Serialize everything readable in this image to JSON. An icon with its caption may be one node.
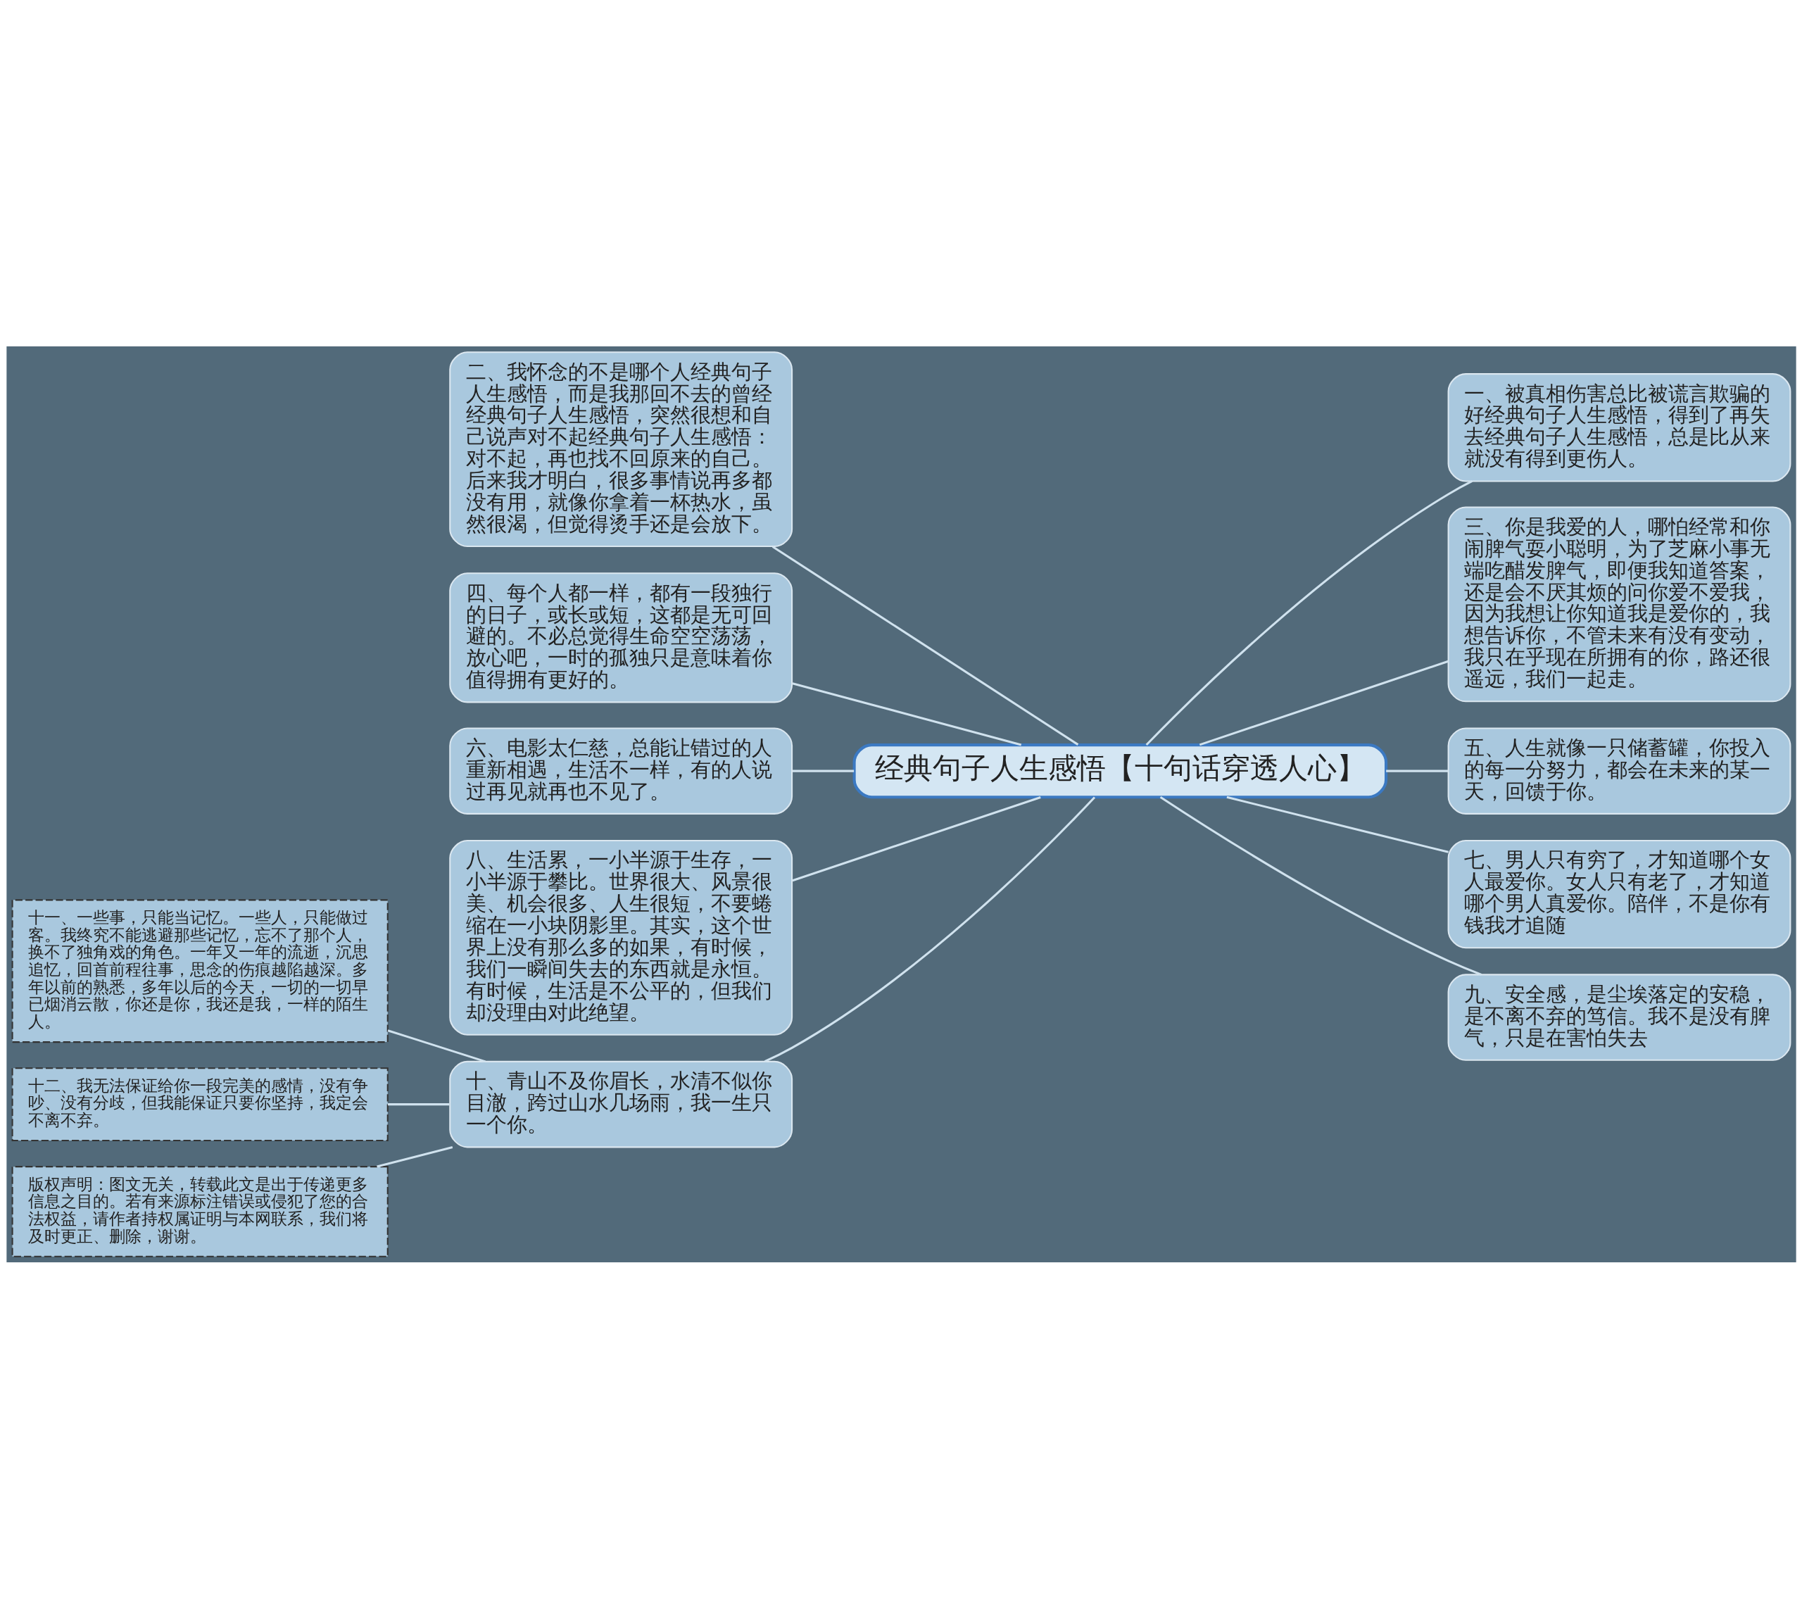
{
  "diagram": {
    "nodes": [
      {
        "text": [
          "经典句子人生感悟【十句话穿透人心】"
        ]
      },
      {
        "text": [
          "二、我怀念的不是哪个人经典句子人生感悟，而是我那回不去的曾经经典句子人生感悟，突然很想和自己说声对不起经典句子人生感悟：对不起，再也找不回原来的自己。后来我才明白，很多事情说再多都没有用，就像你拿着一杯热水，虽然很渴，但觉得烫手还是会放下。"
        ]
      },
      {
        "text": [
          "四、每个人都一样，都有一段独行的日子，或长或短，这都是无可回避的。不必总觉得生命空空荡荡，放心吧，一时的孤独只是意味着你值得拥有更好的。"
        ]
      },
      {
        "text": [
          "六、电影太仁慈，总能让错过的人重新相遇，生活不一样，有的人说过再见就再也不见了。"
        ]
      },
      {
        "text": [
          "八、生活累，一小半源于生存，一小半源于攀比。世界很大、风景很美、机会很多、人生很短，不要蜷缩在一小块阴影里。其实，这个世界上没有那么多的如果，有时候，我们一瞬间失去的东西就是永恒。有时候，生活是不公平的，但我们却没理由对此绝望。"
        ]
      },
      {
        "text": [
          "十、青山不及你眉长，水清不似你目澈，跨过山水几场雨，我一生只一个你。"
        ]
      },
      {
        "text": [
          "十一、一些事，只能当记忆。一些人，只能做过客。我终究不能逃避那些记忆，忘不了那个人，换不了独角戏的角色。一年又一年的流逝，沉思追忆，回首前程往事，思念的伤痕越陷越深。多年以前的熟悉，多年以后的今天，一切的一切早已烟消云散，你还是你，我还是我，一样的陌生人。"
        ]
      },
      {
        "text": [
          "十二、我无法保证给你一段完美的感情，没有争吵、没有分歧，但我能保证只要你坚持，我定会不离不弃。"
        ]
      },
      {
        "text": [
          "版权声明：图文无关，转载此文是出于传递更多信息之目的。若有来源标注错误或侵犯了您的合法权益，请作者持权属证明与本网联系，我们将及时更正、删除，谢谢。"
        ]
      },
      {
        "text": [
          "一、被真相伤害总比被谎言欺骗的好经典句子人生感悟，得到了再失去经典句子人生感悟，总是比从来就没有得到更伤人。"
        ]
      },
      {
        "text": [
          "三、你是我爱的人，哪怕经常和你闹脾气耍小聪明，为了芝麻小事无端吃醋发脾气，即便我知道答案，还是会不厌其烦的问你爱不爱我，因为我想让你知道我是爱你的，我想告诉你，不管未来有没有变动，我只在乎现在所拥有的你，路还很遥远，我们一起走。"
        ]
      },
      {
        "text": [
          "五、人生就像一只储蓄罐，你投入的每一分努力，都会在未来的某一天，回馈于你。"
        ]
      },
      {
        "text": [
          "七、男人只有穷了，才知道哪个女人最爱你。女人只有老了，才知道哪个男人真爱你。陪伴，不是你有钱我才追随"
        ]
      },
      {
        "text": [
          "九、安全感，是尘埃落定的安稳，是不离不弃的笃信。我不是没有脾气，只是在害怕失去"
        ]
      }
    ],
    "edges": [
      {
        "from": 0,
        "to": 1,
        "arrow": "none"
      },
      {
        "from": 0,
        "to": 2,
        "arrow": "none"
      },
      {
        "from": 0,
        "to": 3,
        "arrow": "none"
      },
      {
        "from": 0,
        "to": 4,
        "arrow": "none"
      },
      {
        "from": 0,
        "to": 5,
        "arrow": "none"
      },
      {
        "from": 5,
        "to": 6,
        "arrow": "none"
      },
      {
        "from": 5,
        "to": 7,
        "arrow": "none"
      },
      {
        "from": 5,
        "to": 8,
        "arrow": "none"
      },
      {
        "from": 0,
        "to": 9,
        "arrow": "none"
      },
      {
        "from": 0,
        "to": 10,
        "arrow": "none"
      },
      {
        "from": 0,
        "to": 11,
        "arrow": "none"
      },
      {
        "from": 0,
        "to": 12,
        "arrow": "none"
      },
      {
        "from": 0,
        "to": 13,
        "arrow": "none"
      }
    ]
  }
}
